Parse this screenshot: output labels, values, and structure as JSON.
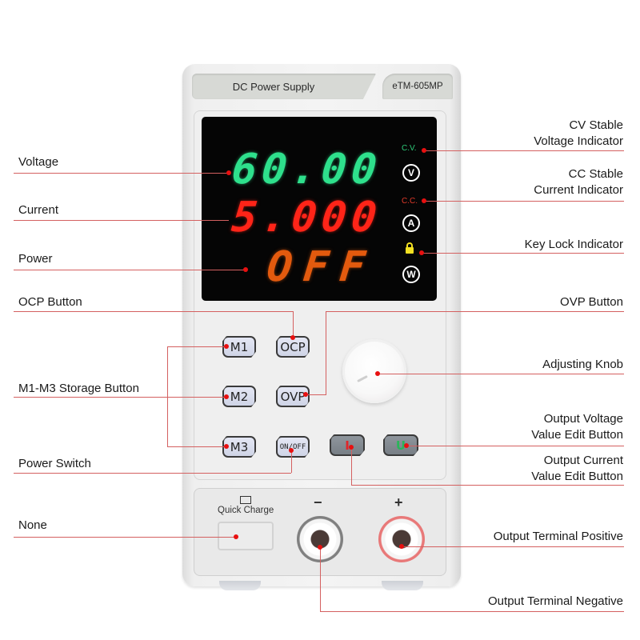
{
  "device": {
    "title": "DC Power Supply",
    "model": "eTM-605MP"
  },
  "display": {
    "voltage": "60.00",
    "current": "5.000",
    "power": "OFF",
    "cv_label": "C.V.",
    "cc_label": "C.C.",
    "unit_v": "V",
    "unit_a": "A",
    "unit_w": "W",
    "colors": {
      "voltage": "#2ee08c",
      "current": "#ff2418",
      "power": "#e35a0e",
      "lock": "#f2e022"
    }
  },
  "buttons": {
    "m1": "M1",
    "m2": "M2",
    "m3": "M3",
    "ocp": "OCP",
    "ovp": "OVP",
    "on_off": "ON/OFF",
    "current_edit": "I",
    "voltage_edit": "U"
  },
  "lower_panel": {
    "quick_charge": "Quick Charge",
    "negative": "−",
    "positive": "+"
  },
  "callouts": {
    "left": {
      "voltage": "Voltage",
      "current": "Current",
      "power": "Power",
      "ocp": "OCP Button",
      "storage": "M1-M3 Storage Button",
      "power_switch": "Power Switch",
      "none": "None"
    },
    "right": {
      "cv_line1": "CV Stable",
      "cv_line2": "Voltage Indicator",
      "cc_line1": "CC Stable",
      "cc_line2": "Current Indicator",
      "key_lock": "Key Lock Indicator",
      "ovp": "OVP Button",
      "knob": "Adjusting Knob",
      "vedit_line1": "Output Voltage",
      "vedit_line2": "Value Edit Button",
      "iedit_line1": "Output Current",
      "iedit_line2": "Value Edit Button",
      "term_pos": "Output Terminal Positive",
      "term_neg": "Output Terminal Negative"
    },
    "line_color": "#d46060",
    "dot_color": "#e81010"
  }
}
